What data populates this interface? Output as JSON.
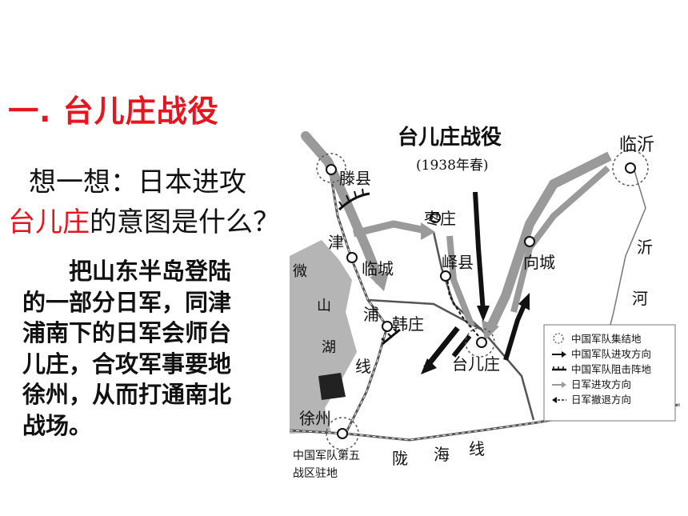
{
  "title": "一. 台儿庄战役",
  "question": {
    "line1": "想一想：日本进攻",
    "highlight": "台儿庄",
    "line2_rest": "的意图是什么？"
  },
  "answer_lines": [
    "把山东半岛登陆",
    "的一部分日军，同津",
    "浦南下的日军会师台",
    "儿庄，合攻军事要地",
    "徐州，从而打通南北",
    "战场。"
  ],
  "map": {
    "title": "台儿庄战役",
    "subtitle": "(1938年春)",
    "places": {
      "tengxian": "滕县",
      "linyi": "临沂",
      "zaozhuang": "枣庄",
      "yixian": "峄县",
      "xiangcheng": "向城",
      "lincheng": "临城",
      "hanzhuang": "韩庄",
      "taierzhuang": "台儿庄",
      "xuzhou": "徐州"
    },
    "rail_jinpu": [
      "津",
      "浦",
      "线"
    ],
    "lake": [
      "微",
      "山",
      "湖"
    ],
    "river": [
      "沂",
      "河"
    ],
    "rail_longhai": [
      "陇",
      "海",
      "线"
    ],
    "hq_label_1": "中国军队第五",
    "hq_label_2": "战区驻地",
    "legend": [
      "中国军队集结地",
      "中国军队进攻方向",
      "中国军队阻击阵地",
      "日军进攻方向",
      "日军撤退方向"
    ]
  }
}
